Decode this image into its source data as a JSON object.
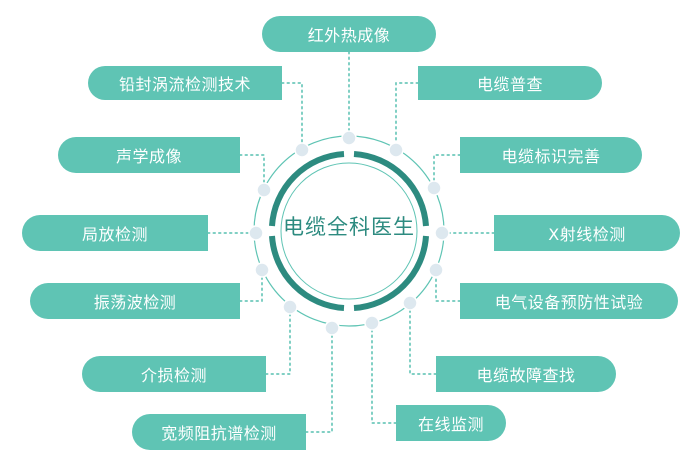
{
  "center": {
    "label": "电缆全科医生"
  },
  "left_items": [
    "铅封涡流检测技术",
    "声学成像",
    "局放检测",
    "振荡波检测",
    "介损检测",
    "宽频阻抗谱检测"
  ],
  "right_items": [
    "电缆普查",
    "电缆标识完善",
    "X射线检测",
    "电气设备预防性试验",
    "电缆故障查找",
    "在线监测"
  ],
  "top_item": "红外热成像",
  "colors": {
    "pill": "#5fc4b4",
    "ring": "#2d8b80",
    "dots": "#7fcfc3",
    "node": "#dde8ef"
  }
}
